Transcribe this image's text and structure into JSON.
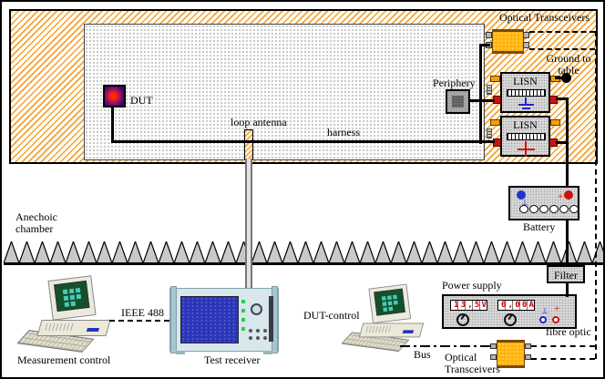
{
  "labels": {
    "anechoic_line1": "Anechoic",
    "anechoic_line2": "chamber",
    "dut": "DUT",
    "loop_antenna": "loop antenna",
    "harness": "harness",
    "optical_transceivers_top": "Optical Transceivers",
    "ground_to_table_line1": "Ground to",
    "ground_to_table_line2": "table",
    "periphery": "Periphery",
    "lisn_top": "LISN",
    "lisn_bottom": "LISN",
    "battery": "Battery",
    "filter": "Filter",
    "power_supply": "Power supply",
    "fibre_optic": "fibre optic",
    "ieee_488": "IEEE 488",
    "measurement_control": "Measurement control",
    "test_receiver": "Test receiver",
    "dut_control": "DUT-control",
    "bus": "Bus",
    "optical_transceivers_bottom_line1": "Optical",
    "optical_transceivers_bottom_line2": "Transceivers"
  },
  "power_supply_readouts": {
    "voltage": "13,5V",
    "current": "0,00A"
  },
  "symbols": {
    "ground": "⊥",
    "plus": "+"
  },
  "colors": {
    "table_hatch_orange": "#f2a33c",
    "transceiver_orange": "#ffb30f",
    "equipment_gray": "#d6d6d6",
    "ground_blue": "#2222cc",
    "terminal_red": "#cc1111",
    "absorber_gray": "#c9c9c9",
    "readout_red": "#cf0000",
    "receiver_screen_blue": "#2a35b8"
  }
}
